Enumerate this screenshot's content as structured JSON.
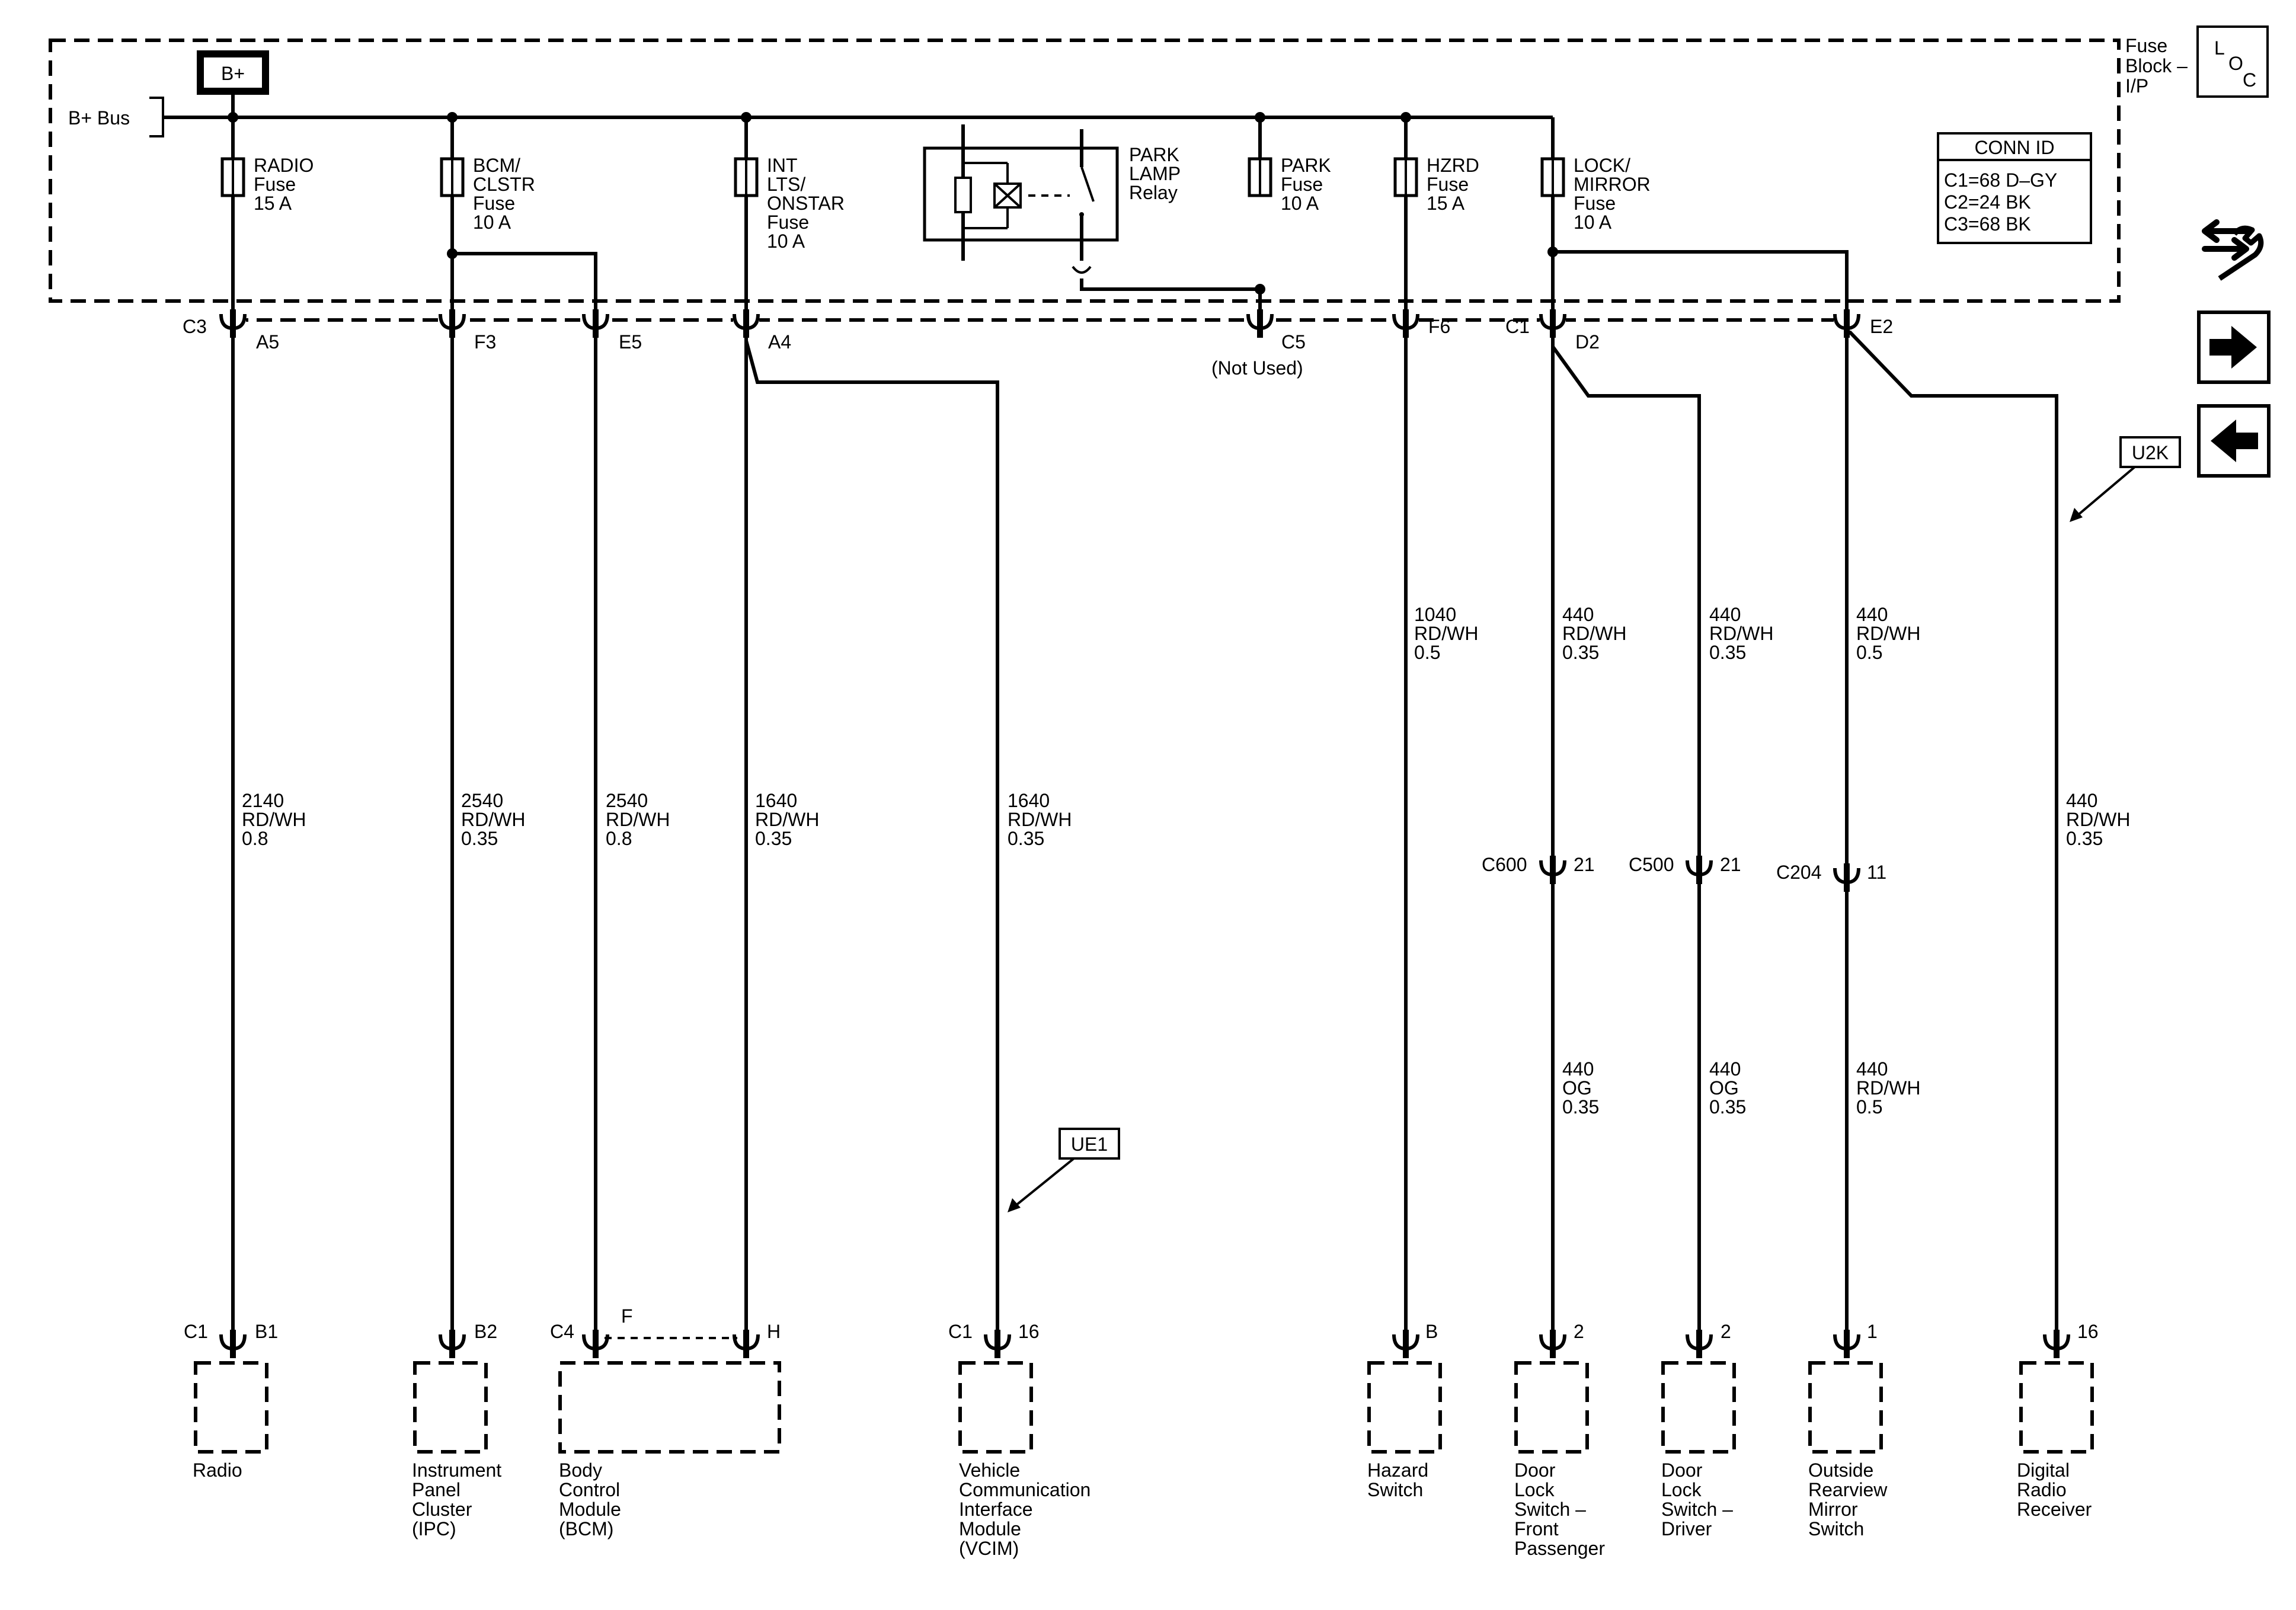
{
  "bplus_label": "B+",
  "bus_label": "B+ Bus",
  "fuse_block": {
    "name": [
      "Fuse",
      "Block –",
      "I/P"
    ],
    "loc": [
      "L",
      "O",
      "C"
    ]
  },
  "conn_id": {
    "title": "CONN ID",
    "rows": [
      "C1=68 D–GY",
      "C2=24 BK",
      "C3=68 BK"
    ]
  },
  "fuses": [
    {
      "name": "RADIO",
      "lines": [
        "RADIO",
        "Fuse",
        "15 A"
      ]
    },
    {
      "name": "BCM/CLSTR",
      "lines": [
        "BCM/",
        "CLSTR",
        "Fuse",
        "10 A"
      ]
    },
    {
      "name": "INT LTS/ONSTAR",
      "lines": [
        "INT",
        "LTS/",
        "ONSTAR",
        "Fuse",
        "10 A"
      ]
    },
    {
      "name": "PARK",
      "lines": [
        "PARK",
        "Fuse",
        "10 A"
      ]
    },
    {
      "name": "HZRD",
      "lines": [
        "HZRD",
        "Fuse",
        "15 A"
      ]
    },
    {
      "name": "LOCK/MIRROR",
      "lines": [
        "LOCK/",
        "MIRROR",
        "Fuse",
        "10 A"
      ]
    }
  ],
  "relay": {
    "lines": [
      "PARK",
      "LAMP",
      "Relay"
    ]
  },
  "fuse_block_connectors": [
    {
      "connector": "C3",
      "pin": "A5"
    },
    {
      "pin": "F3"
    },
    {
      "pin": "E5"
    },
    {
      "pin": "A4"
    },
    {
      "pin": "C5",
      "note": "(Not Used)"
    },
    {
      "pin": "F6"
    },
    {
      "connector": "C1",
      "pin": "D2"
    },
    {
      "pin": "E2"
    }
  ],
  "wires": [
    {
      "circuit": "2140",
      "color": "RD/WH",
      "size": "0.8"
    },
    {
      "circuit": "2540",
      "color": "RD/WH",
      "size": "0.35"
    },
    {
      "circuit": "2540",
      "color": "RD/WH",
      "size": "0.8"
    },
    {
      "circuit": "1640",
      "color": "RD/WH",
      "size": "0.35"
    },
    {
      "circuit": "1640",
      "color": "RD/WH",
      "size": "0.35"
    },
    {
      "circuit": "1040",
      "color": "RD/WH",
      "size": "0.5"
    },
    {
      "circuit": "440",
      "color": "RD/WH",
      "size": "0.35"
    },
    {
      "circuit": "440",
      "color": "RD/WH",
      "size": "0.35"
    },
    {
      "circuit": "440",
      "color": "RD/WH",
      "size": "0.5"
    },
    {
      "circuit": "440",
      "color": "RD/WH",
      "size": "0.35"
    },
    {
      "circuit": "440",
      "color": "OG",
      "size": "0.35"
    },
    {
      "circuit": "440",
      "color": "OG",
      "size": "0.35"
    },
    {
      "circuit": "440",
      "color": "RD/WH",
      "size": "0.5"
    }
  ],
  "inline_connectors": [
    {
      "name": "C600",
      "pin": "21"
    },
    {
      "name": "C500",
      "pin": "21"
    },
    {
      "name": "C204",
      "pin": "11"
    }
  ],
  "option_tags": [
    "UE1",
    "U2K"
  ],
  "component_connectors": [
    {
      "connector": "C1",
      "pin": "B1"
    },
    {
      "pin": "B2"
    },
    {
      "connector": "C4",
      "pin": "F"
    },
    {
      "pin": "H"
    },
    {
      "connector": "C1",
      "pin": "16"
    },
    {
      "pin": "B"
    },
    {
      "pin": "2"
    },
    {
      "pin": "2"
    },
    {
      "pin": "1"
    },
    {
      "pin": "16"
    }
  ],
  "components": [
    {
      "lines": [
        "Radio"
      ]
    },
    {
      "lines": [
        "Instrument",
        "Panel",
        "Cluster",
        "(IPC)"
      ]
    },
    {
      "lines": [
        "Body",
        "Control",
        "Module",
        "(BCM)"
      ]
    },
    {
      "lines": [
        "Vehicle",
        "Communication",
        "Interface",
        "Module",
        "(VCIM)"
      ]
    },
    {
      "lines": [
        "Hazard",
        "Switch"
      ]
    },
    {
      "lines": [
        "Door",
        "Lock",
        "Switch –",
        "Front",
        "Passenger"
      ]
    },
    {
      "lines": [
        "Door",
        "Lock",
        "Switch –",
        "Driver"
      ]
    },
    {
      "lines": [
        "Outside",
        "Rearview",
        "Mirror",
        "Switch"
      ]
    },
    {
      "lines": [
        "Digital",
        "Radio",
        "Receiver"
      ]
    }
  ],
  "nav_icons": [
    "wrench-arrows-icon",
    "arrow-right-icon",
    "arrow-left-icon"
  ]
}
